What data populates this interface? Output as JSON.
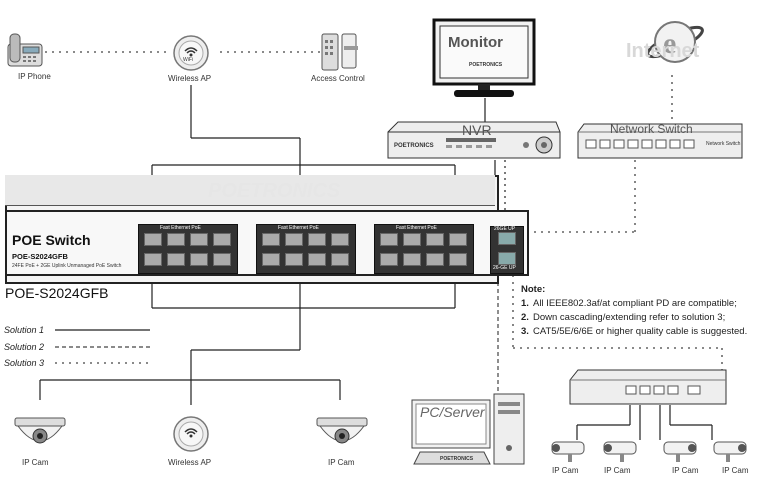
{
  "devices": {
    "ip_phone": "IP Phone",
    "wireless_ap_top": "Wireless AP",
    "access_control": "Access Control",
    "monitor": "Monitor",
    "nvr": "NVR",
    "nvr_brand": "POETRONICS",
    "internet": "Internet",
    "network_switch": "Network Switch",
    "network_switch_tag": "Network Switch",
    "pc_server": "PC/Server",
    "pc_brand": "POETRONICS",
    "ip_cam_left": "IP Cam",
    "wireless_ap_bottom": "Wireless AP",
    "ip_cam_mid": "IP Cam",
    "ip_cam_r1": "IP Cam",
    "ip_cam_r2": "IP Cam",
    "ip_cam_r3": "IP Cam",
    "ip_cam_r4": "IP Cam",
    "wifi_badge": "WiFi"
  },
  "switch": {
    "title": "POE Switch",
    "model": "POE-S2024GFB",
    "desc": "24FE PoE + 2GE Uplink Unmanaged PoE Switch",
    "brand_watermark": "POETRONICS",
    "big_watermark": "POETRONICS",
    "group_label_1": "Fast Ethernet PoE",
    "group_label_2": "Fast Ethernet PoE",
    "group_label_3": "Fast Ethernet PoE",
    "uplink_label": "26GE UP",
    "uplink_label_2": "26-GE UP",
    "model_caption": "POE-S2024GFB"
  },
  "legend": {
    "solution1": "Solution 1",
    "solution2": "Solution 2",
    "solution3": "Solution 3"
  },
  "notes": {
    "title": "Note:",
    "n1_num": "1.",
    "n1": "All IEEE802.3af/at compliant PD are compatible;",
    "n2_num": "2.",
    "n2": "Down cascading/extending refer to solution 3;",
    "n3_num": "3.",
    "n3": "CAT5/5E/6/6E or higher quality cable is suggested."
  }
}
